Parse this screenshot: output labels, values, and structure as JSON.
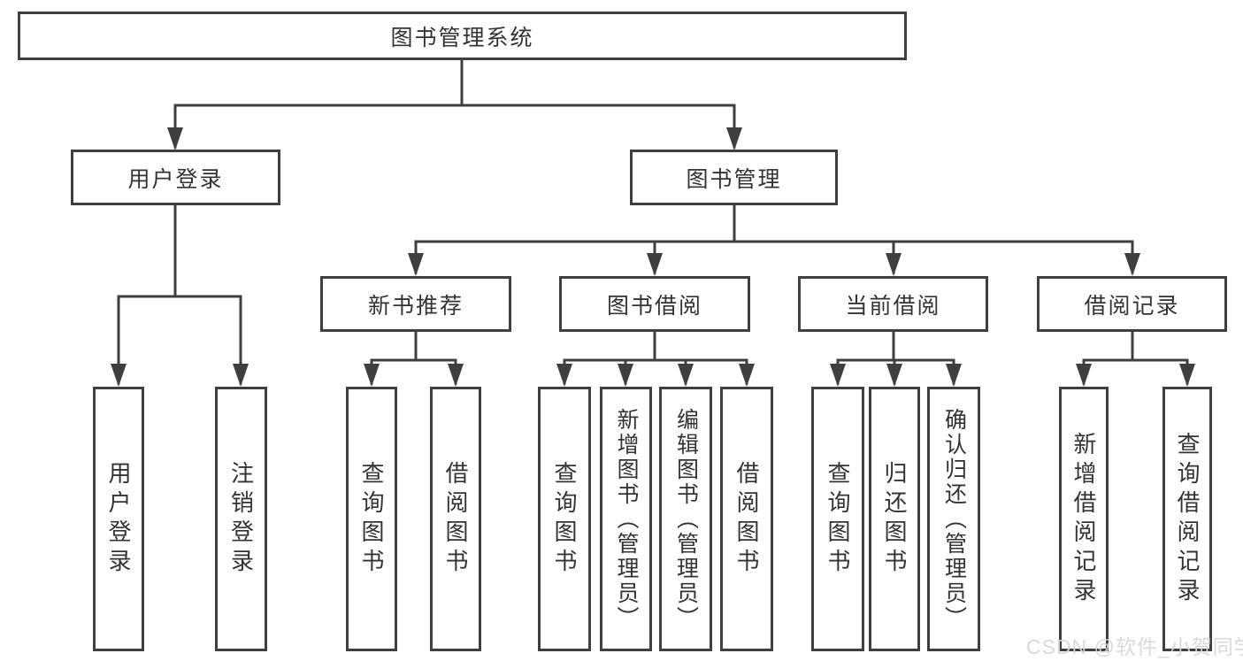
{
  "colors": {
    "line": "#3f3f3f",
    "border": "#3f3f3f",
    "text": "#333333",
    "background": "#ffffff",
    "watermark": "#d6d6d6"
  },
  "watermark": "CSDN @软件_小贺同学",
  "tree": {
    "label": "图书管理系统",
    "children": [
      {
        "label": "用户登录",
        "children": [
          {
            "label": "用户登录"
          },
          {
            "label": "注销登录"
          }
        ]
      },
      {
        "label": "图书管理",
        "children": [
          {
            "label": "新书推荐",
            "children": [
              {
                "label": "查询图书"
              },
              {
                "label": "借阅图书"
              }
            ]
          },
          {
            "label": "图书借阅",
            "children": [
              {
                "label": "查询图书"
              },
              {
                "label": "新增图书（管理员）"
              },
              {
                "label": "编辑图书（管理员）"
              },
              {
                "label": "借阅图书"
              }
            ]
          },
          {
            "label": "当前借阅",
            "children": [
              {
                "label": "查询图书"
              },
              {
                "label": "归还图书"
              },
              {
                "label": "确认归还（管理员）"
              }
            ]
          },
          {
            "label": "借阅记录",
            "children": [
              {
                "label": "新增借阅记录"
              },
              {
                "label": "查询借阅记录"
              }
            ]
          }
        ]
      }
    ]
  }
}
